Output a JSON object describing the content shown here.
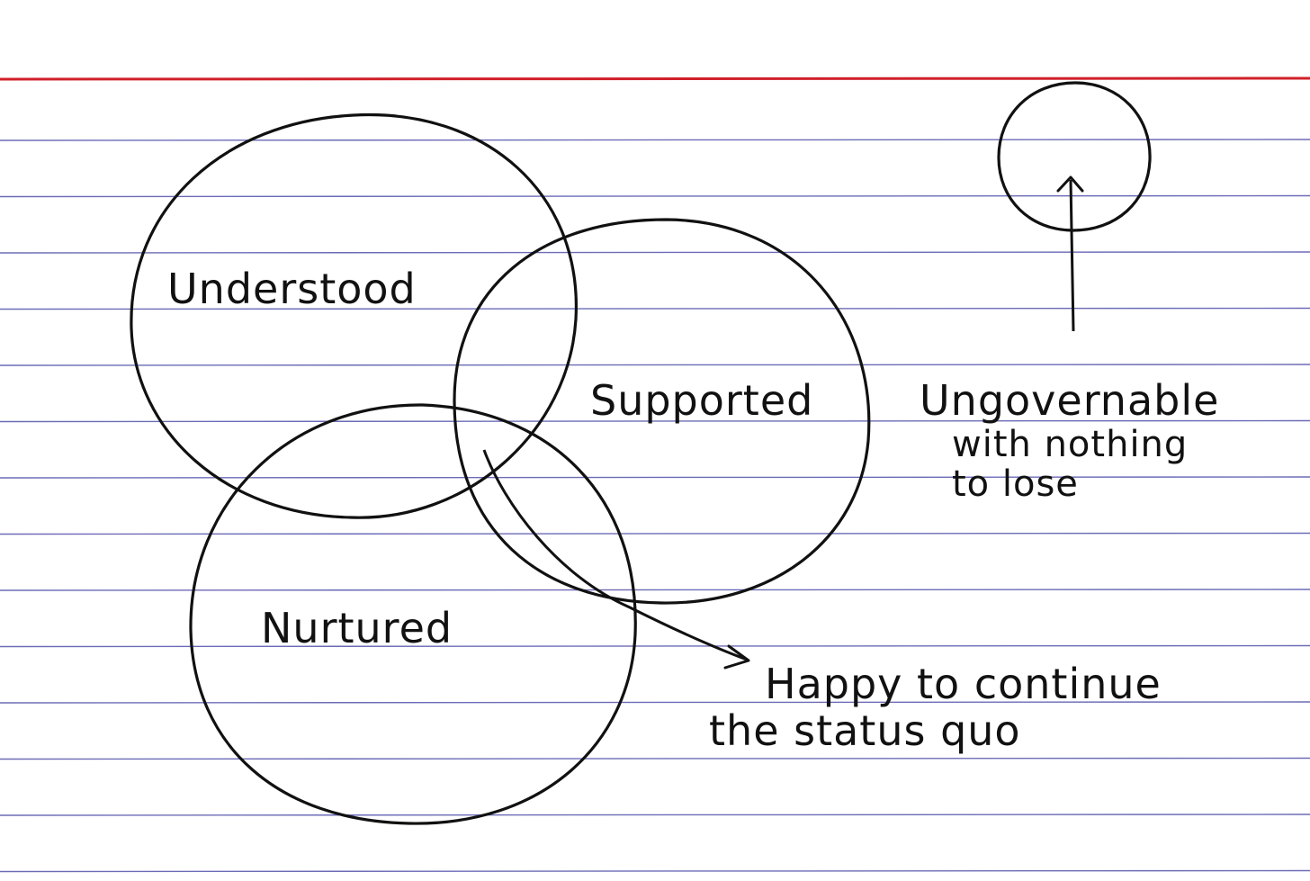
{
  "colors": {
    "paper": "#ffffff",
    "ruled_line": "#3a3aa0",
    "header_line": "#d0202a",
    "ink": "#111111"
  },
  "diagram": {
    "circles": [
      {
        "label": "Understood"
      },
      {
        "label": "Supported"
      },
      {
        "label": "Nurtured"
      },
      {
        "label": ""
      }
    ],
    "annotations": {
      "overlap_outcome": {
        "line1": "Happy to continue",
        "line2": "the status quo"
      },
      "outsider": {
        "line1": "Ungovernable",
        "line2": "with nothing",
        "line3": "to lose"
      }
    }
  }
}
